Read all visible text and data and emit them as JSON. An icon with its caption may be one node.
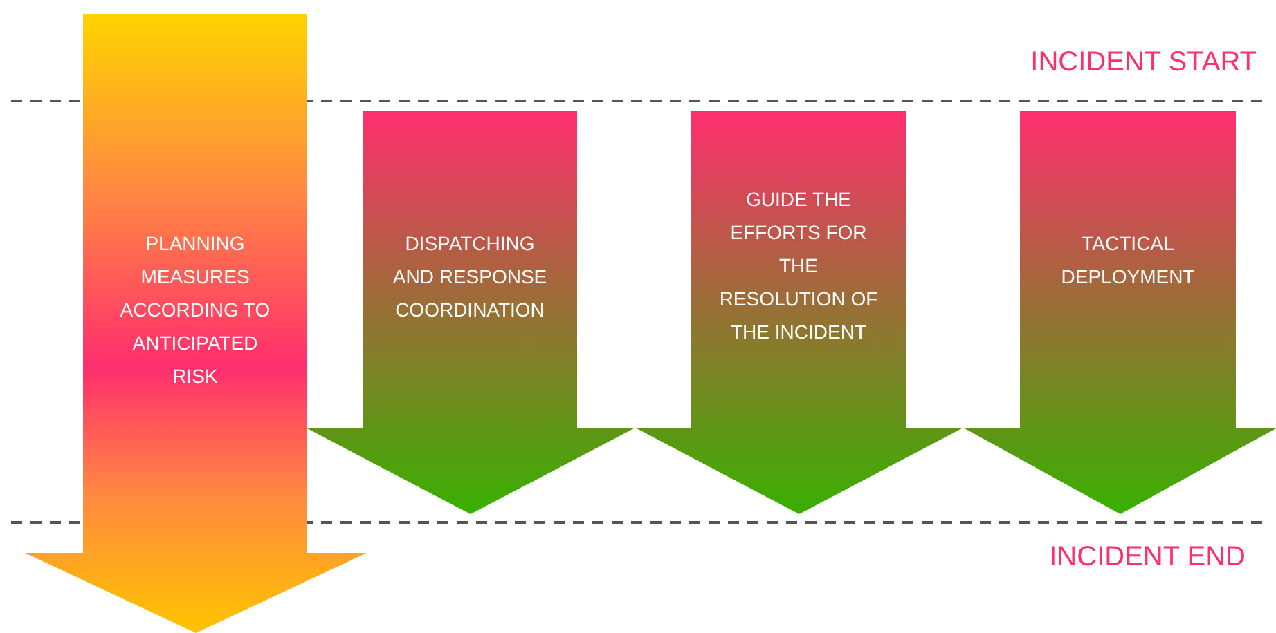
{
  "diagram": {
    "nodes": [
      {
        "text": [
          "PLANNING MEASURES ACCORDING TO ANTICIPATED RISK"
        ]
      },
      {
        "text": [
          "DISPATCHING AND RESPONSE COORDINATION"
        ]
      },
      {
        "text": [
          "GUIDE THE EFFORTS FOR THE RESOLUTION OF THE INCIDENT"
        ]
      },
      {
        "text": [
          "TACTICAL DEPLOYMENT"
        ]
      }
    ],
    "edges": [],
    "labels": [
      "INCIDENT START",
      "INCIDENT END"
    ]
  }
}
